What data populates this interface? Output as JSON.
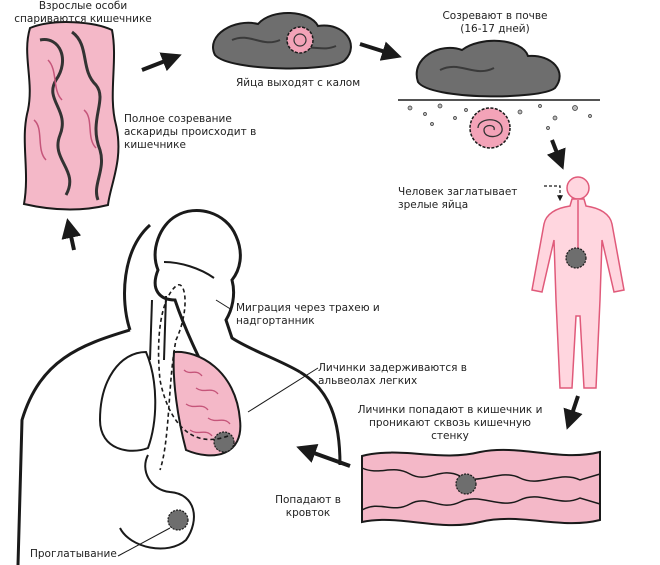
{
  "stages": {
    "adults_mate": "Взрослые особи\nспариваются кишечнике",
    "full_maturation": "Полное созревание\nаскариды происходит в\nкишечнике",
    "eggs_excreted": "Яйца выходят с калом",
    "mature_in_soil": "Созревают в почве\n(16-17 дней)",
    "human_swallows": "Человек заглатывает\nзрелые яйца",
    "larvae_enter_intestine": "Личинки попадают в кишечник и\nпроникают сквозь кишечную\nстенку",
    "enter_blood": "Попадают в\nкровток",
    "larvae_in_alveoli": "Личинки задерживаются в\nальвеолах легких",
    "migration_trachea": "Миграция через трахею и\nнадгортанник",
    "swallowing": "Проглатывание"
  },
  "colors": {
    "intestine_pink": "#f4b8c8",
    "body_pink": "#ffd6df",
    "outline_pink": "#e05a7a",
    "feces_gray": "#6e6e6e",
    "egg_fill": "#f3a3b8",
    "outline": "#1a1a1a"
  }
}
